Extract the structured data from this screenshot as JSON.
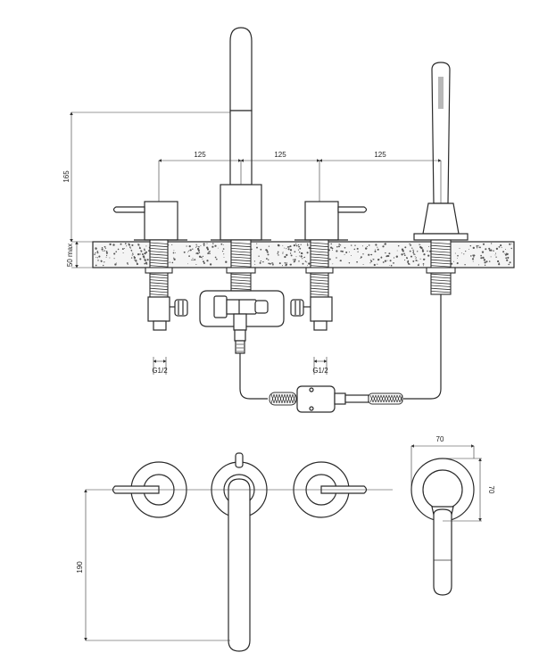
{
  "dimensions": {
    "spacing_1": "125",
    "spacing_2": "125",
    "spacing_3": "125",
    "spout_height": "165",
    "deck_thickness": "50 max",
    "thread_left": "G1/2",
    "thread_right": "G1/2",
    "handset_width": "70",
    "handset_depth": "70",
    "spout_reach": "190"
  },
  "colors": {
    "line": "#2a2a2a",
    "deck_fill": "#f4f4f4"
  }
}
